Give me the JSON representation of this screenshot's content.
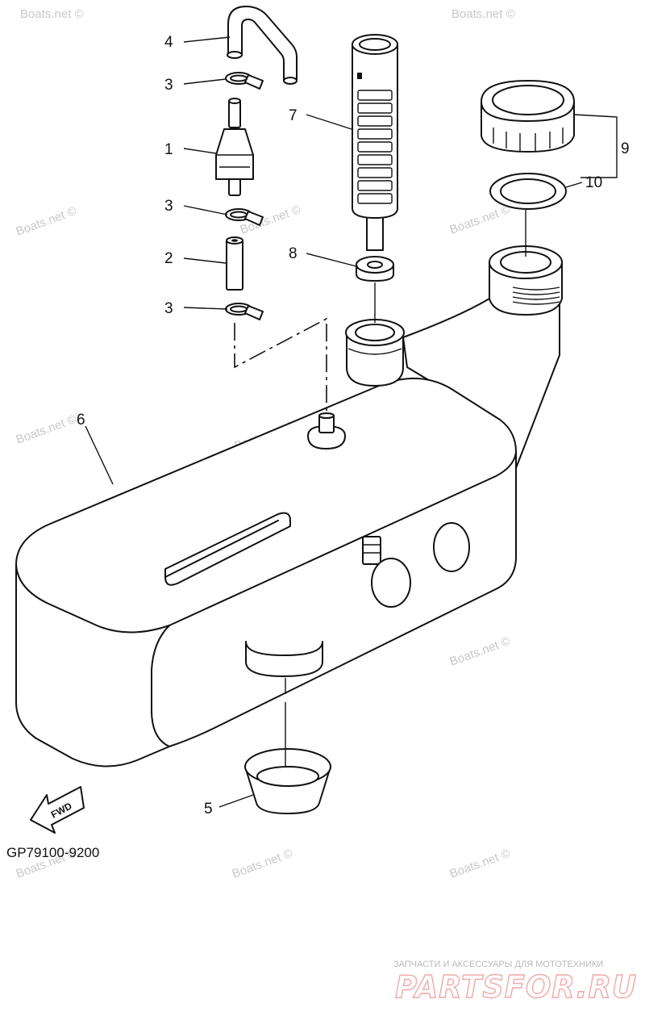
{
  "callouts": {
    "c1": "1",
    "c2": "2",
    "c3a": "3",
    "c3b": "3",
    "c3c": "3",
    "c4": "4",
    "c5": "5",
    "c6": "6",
    "c7": "7",
    "c8": "8",
    "c9": "9",
    "c10": "10"
  },
  "part_code": "GP79100-9200",
  "fwd_label": "FWD",
  "watermark": "Boats.net ©",
  "brand": {
    "tagline": "ЗАПЧАСТИ И АКСЕССУАРЫ ДЛЯ МОТОТЕХНИКИ",
    "name": "PARTSFOR.RU"
  }
}
